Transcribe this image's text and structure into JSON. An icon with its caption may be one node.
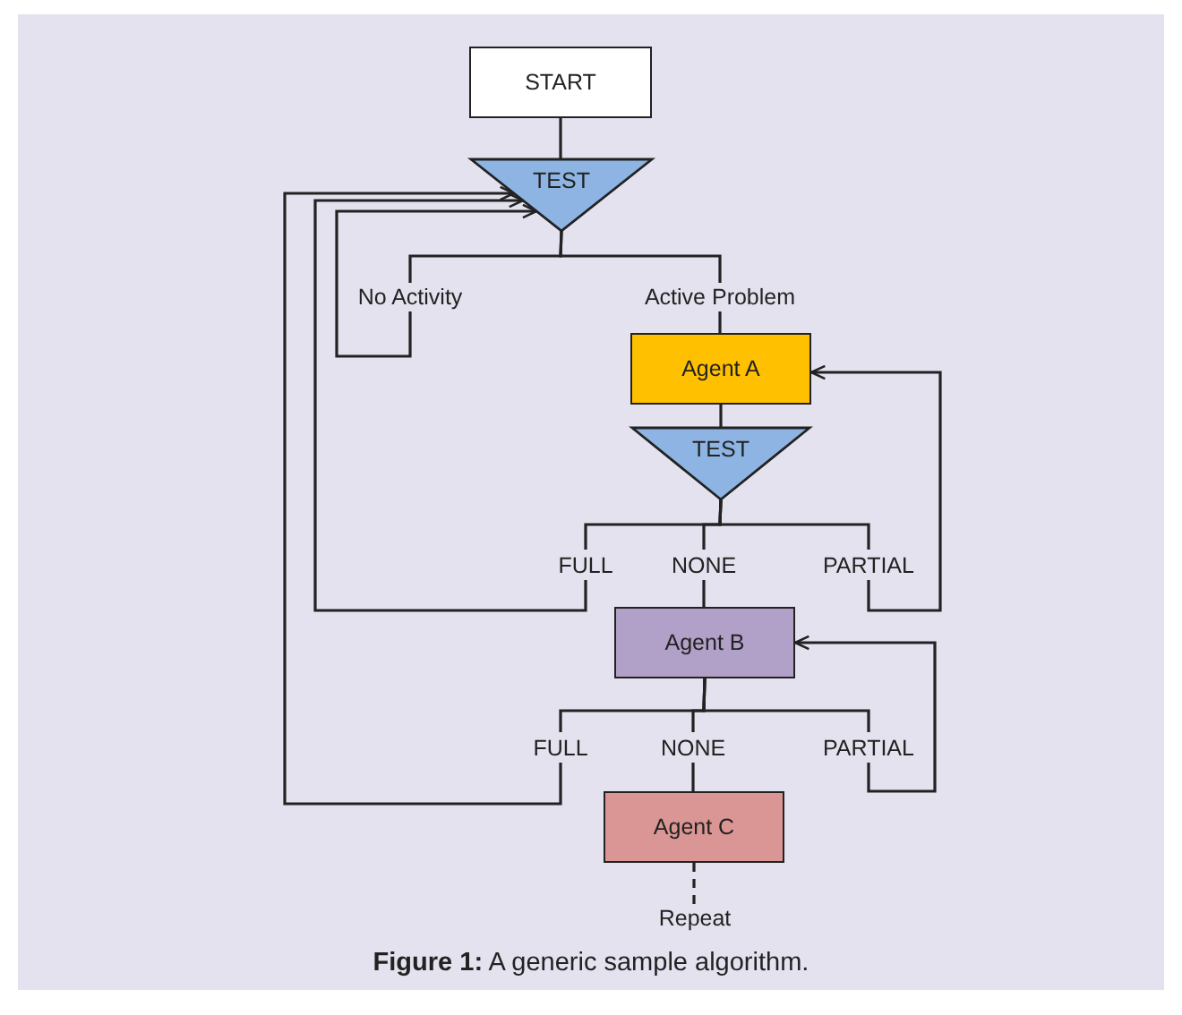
{
  "diagram": {
    "caption": "**Figure 1:** A generic sample algorithm.",
    "nodes": [
      {
        "text": [
          "START"
        ]
      },
      {
        "text": [
          "TEST"
        ]
      },
      {
        "text": [
          "No Activity"
        ]
      },
      {
        "text": [
          "Active Problem"
        ]
      },
      {
        "text": [
          "Agent A"
        ]
      },
      {
        "text": [
          "TEST"
        ]
      },
      {
        "text": [
          "FULL"
        ]
      },
      {
        "text": [
          "NONE"
        ]
      },
      {
        "text": [
          "PARTIAL"
        ]
      },
      {
        "text": [
          "Agent B"
        ]
      },
      {
        "text": [
          "FULL"
        ]
      },
      {
        "text": [
          "NONE"
        ]
      },
      {
        "text": [
          "PARTIAL"
        ]
      },
      {
        "text": [
          "Agent C"
        ]
      },
      {
        "text": [
          "Repeat"
        ]
      }
    ],
    "edges": [
      {
        "from": 0,
        "to": 1,
        "arrow": "none"
      },
      {
        "from": 1,
        "to": 2,
        "arrow": "none"
      },
      {
        "from": 1,
        "to": 3,
        "arrow": "none"
      },
      {
        "from": 2,
        "to": 1,
        "arrow": "to"
      },
      {
        "from": 3,
        "to": 4,
        "arrow": "none"
      },
      {
        "from": 4,
        "to": 5,
        "arrow": "none"
      },
      {
        "from": 5,
        "to": 6,
        "arrow": "none"
      },
      {
        "from": 5,
        "to": 7,
        "arrow": "none"
      },
      {
        "from": 5,
        "to": 8,
        "arrow": "none"
      },
      {
        "from": 6,
        "to": 1,
        "arrow": "to"
      },
      {
        "from": 7,
        "to": 9,
        "arrow": "none"
      },
      {
        "from": 8,
        "to": 4,
        "arrow": "to"
      },
      {
        "from": 9,
        "to": 10,
        "arrow": "none"
      },
      {
        "from": 9,
        "to": 11,
        "arrow": "none"
      },
      {
        "from": 9,
        "to": 12,
        "arrow": "none"
      },
      {
        "from": 10,
        "to": 1,
        "arrow": "to"
      },
      {
        "from": 11,
        "to": 13,
        "arrow": "none"
      },
      {
        "from": 12,
        "to": 9,
        "arrow": "to"
      },
      {
        "from": 13,
        "to": 14,
        "arrow": "none",
        "style": "dashed"
      }
    ]
  }
}
